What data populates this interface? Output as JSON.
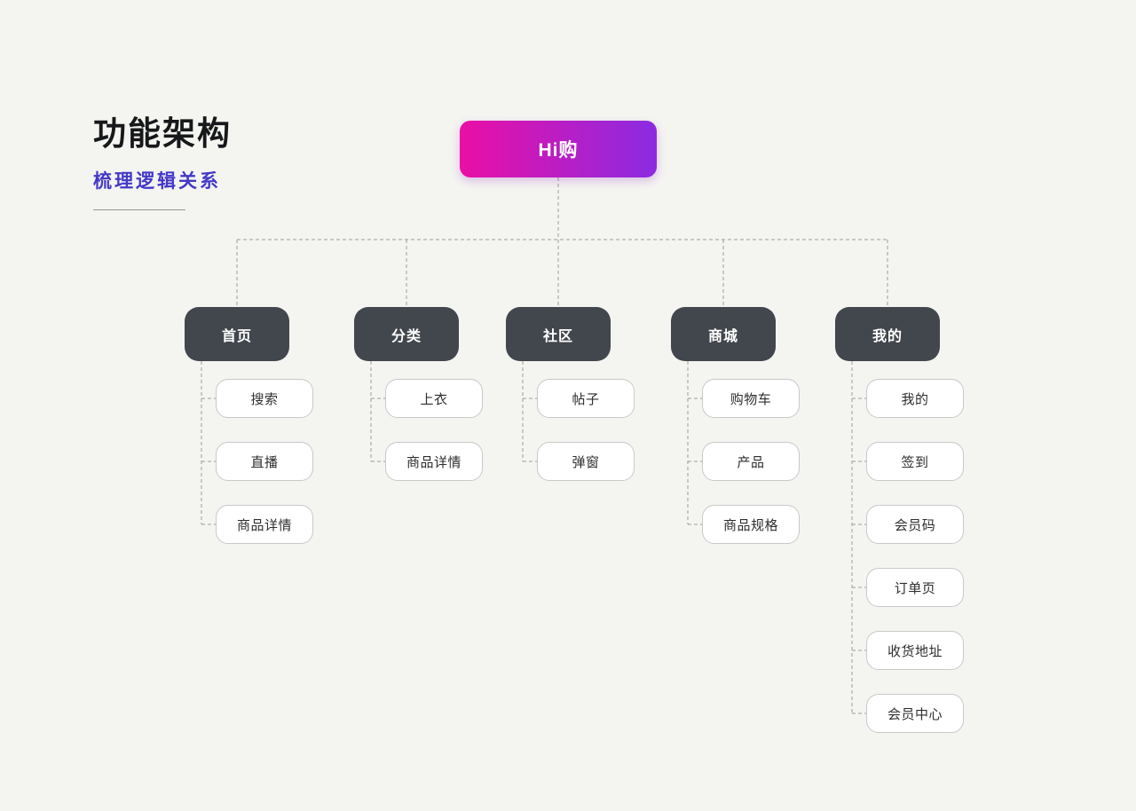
{
  "page": {
    "title": "功能架构",
    "subtitle": "梳理逻辑关系"
  },
  "colors": {
    "background": "#f4f4f1",
    "root_gradient_start": "#ea0fa5",
    "root_gradient_end": "#8b2be2",
    "branch_bg": "#42464d",
    "child_border": "#c9c9c9",
    "line": "#9b9b9b",
    "subtitle": "#4338c8"
  },
  "diagram": {
    "root": {
      "label": "Hi购"
    },
    "branches": [
      {
        "label": "首页",
        "children": [
          "搜索",
          "直播",
          "商品详情"
        ]
      },
      {
        "label": "分类",
        "children": [
          "上衣",
          "商品详情"
        ]
      },
      {
        "label": "社区",
        "children": [
          "帖子",
          "弹窗"
        ]
      },
      {
        "label": "商城",
        "children": [
          "购物车",
          "产品",
          "商品规格"
        ]
      },
      {
        "label": "我的",
        "children": [
          "我的",
          "签到",
          "会员码",
          "订单页",
          "收货地址",
          "会员中心"
        ]
      }
    ]
  }
}
